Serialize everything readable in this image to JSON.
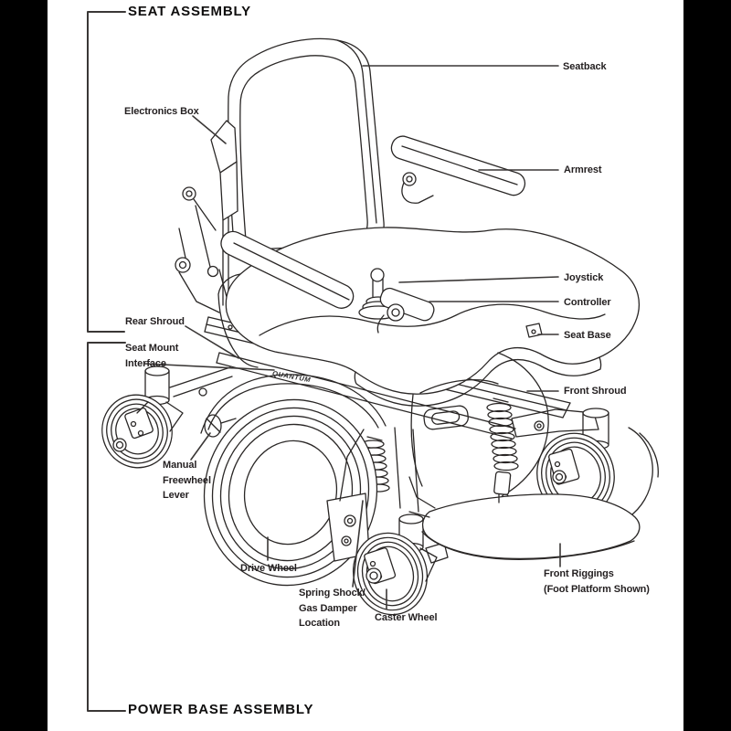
{
  "colors": {
    "ink": "#231f20",
    "background": "#ffffff",
    "side_bars": "#000000"
  },
  "assembly_titles": {
    "seat": "SEAT ASSEMBLY",
    "power_base": "POWER BASE ASSEMBLY"
  },
  "brand_plate": "QUANTUM",
  "part_labels": {
    "seatback": "Seatback",
    "electronics_box": "Electronics Box",
    "armrest": "Armrest",
    "joystick": "Joystick",
    "controller": "Controller",
    "seat_base": "Seat Base",
    "rear_shroud": "Rear Shroud",
    "seat_mount_interface": "Seat Mount\nInterface",
    "front_shroud": "Front Shroud",
    "manual_freewheel_lever": "Manual\nFreewheel\nLever",
    "drive_wheel": "Drive Wheel",
    "spring_shock_gas_damper": "Spring Shock/\nGas Damper\nLocation",
    "caster_wheel": "Caster Wheel",
    "front_riggings": "Front Riggings\n(Foot Platform Shown)"
  }
}
